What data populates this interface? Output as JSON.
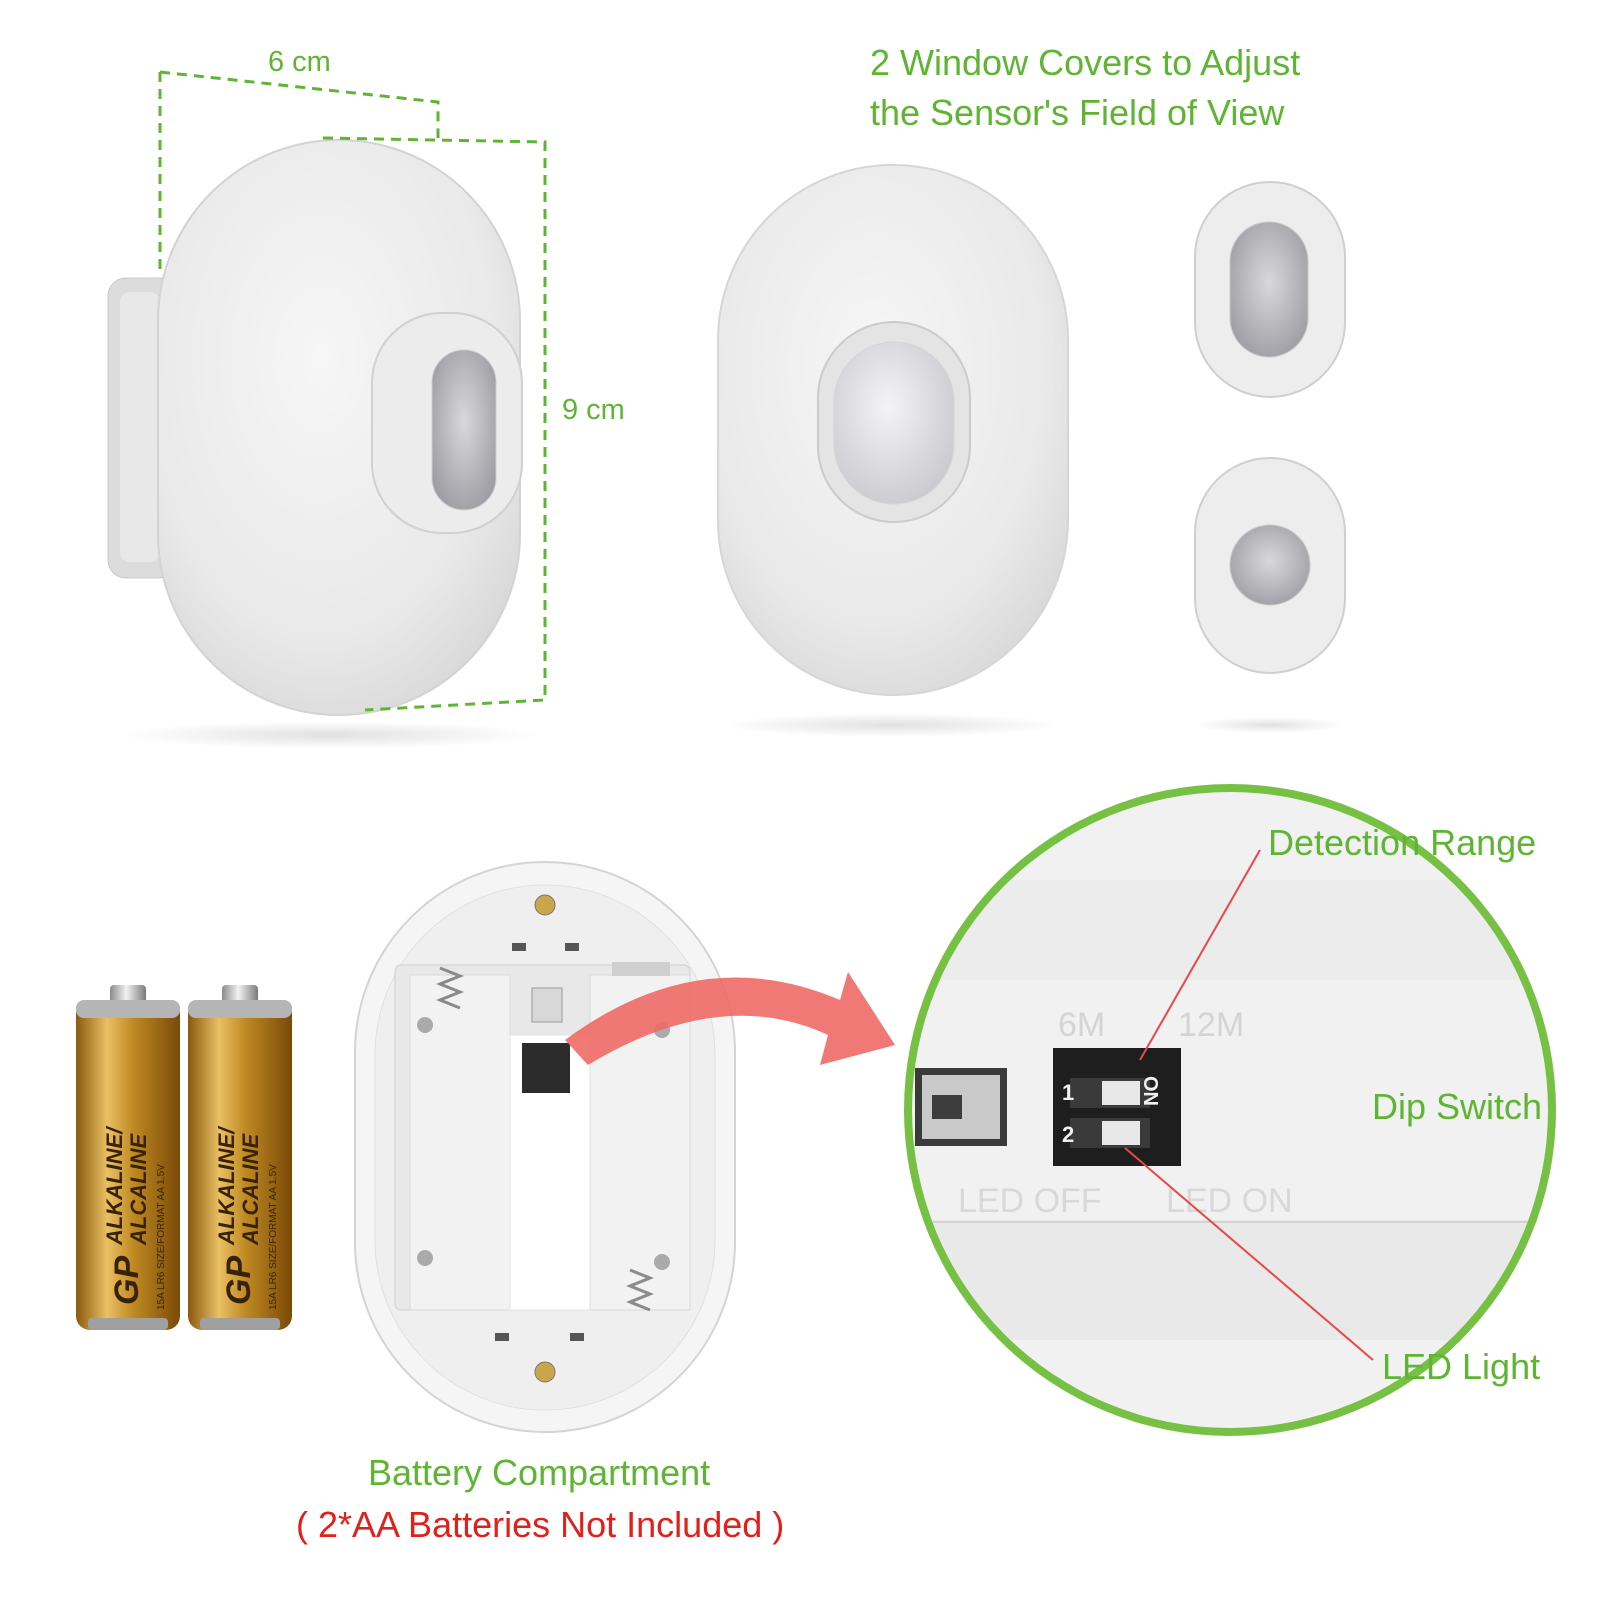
{
  "colors": {
    "label_green": "#5fb533",
    "warning_red": "#e0201b",
    "arrow_coral": "#f06a66",
    "housing_white": "#eeeeee",
    "battery_gold": "#c8962a"
  },
  "dimensions": {
    "width_label": "6 cm",
    "height_label": "9 cm"
  },
  "window_covers": {
    "caption_line1": "2 Window Covers to Adjust",
    "caption_line2": "the Sensor's Field of View"
  },
  "callouts": {
    "detection_range": "Detection Range",
    "dip_switch": "Dip Switch",
    "led_light": "LED Light"
  },
  "switch_panel": {
    "range_left": "6M",
    "range_right": "12M",
    "led_left": "LED OFF",
    "led_right": "LED ON",
    "switch_on": "ON",
    "switch_1": "1",
    "switch_2": "2"
  },
  "battery_compartment": {
    "caption": "Battery Compartment",
    "note": "( 2*AA Batteries Not Included )"
  },
  "batteries": [
    {
      "brand": "GP",
      "line1": "ALKALINE/",
      "line2": "ALCALINE",
      "fine_print": "15A LR6 SIZE/FORMAT AA 1.5V"
    },
    {
      "brand": "GP",
      "line1": "ALKALINE/",
      "line2": "ALCALINE",
      "fine_print": "15A LR6 SIZE/FORMAT AA 1.5V"
    }
  ]
}
